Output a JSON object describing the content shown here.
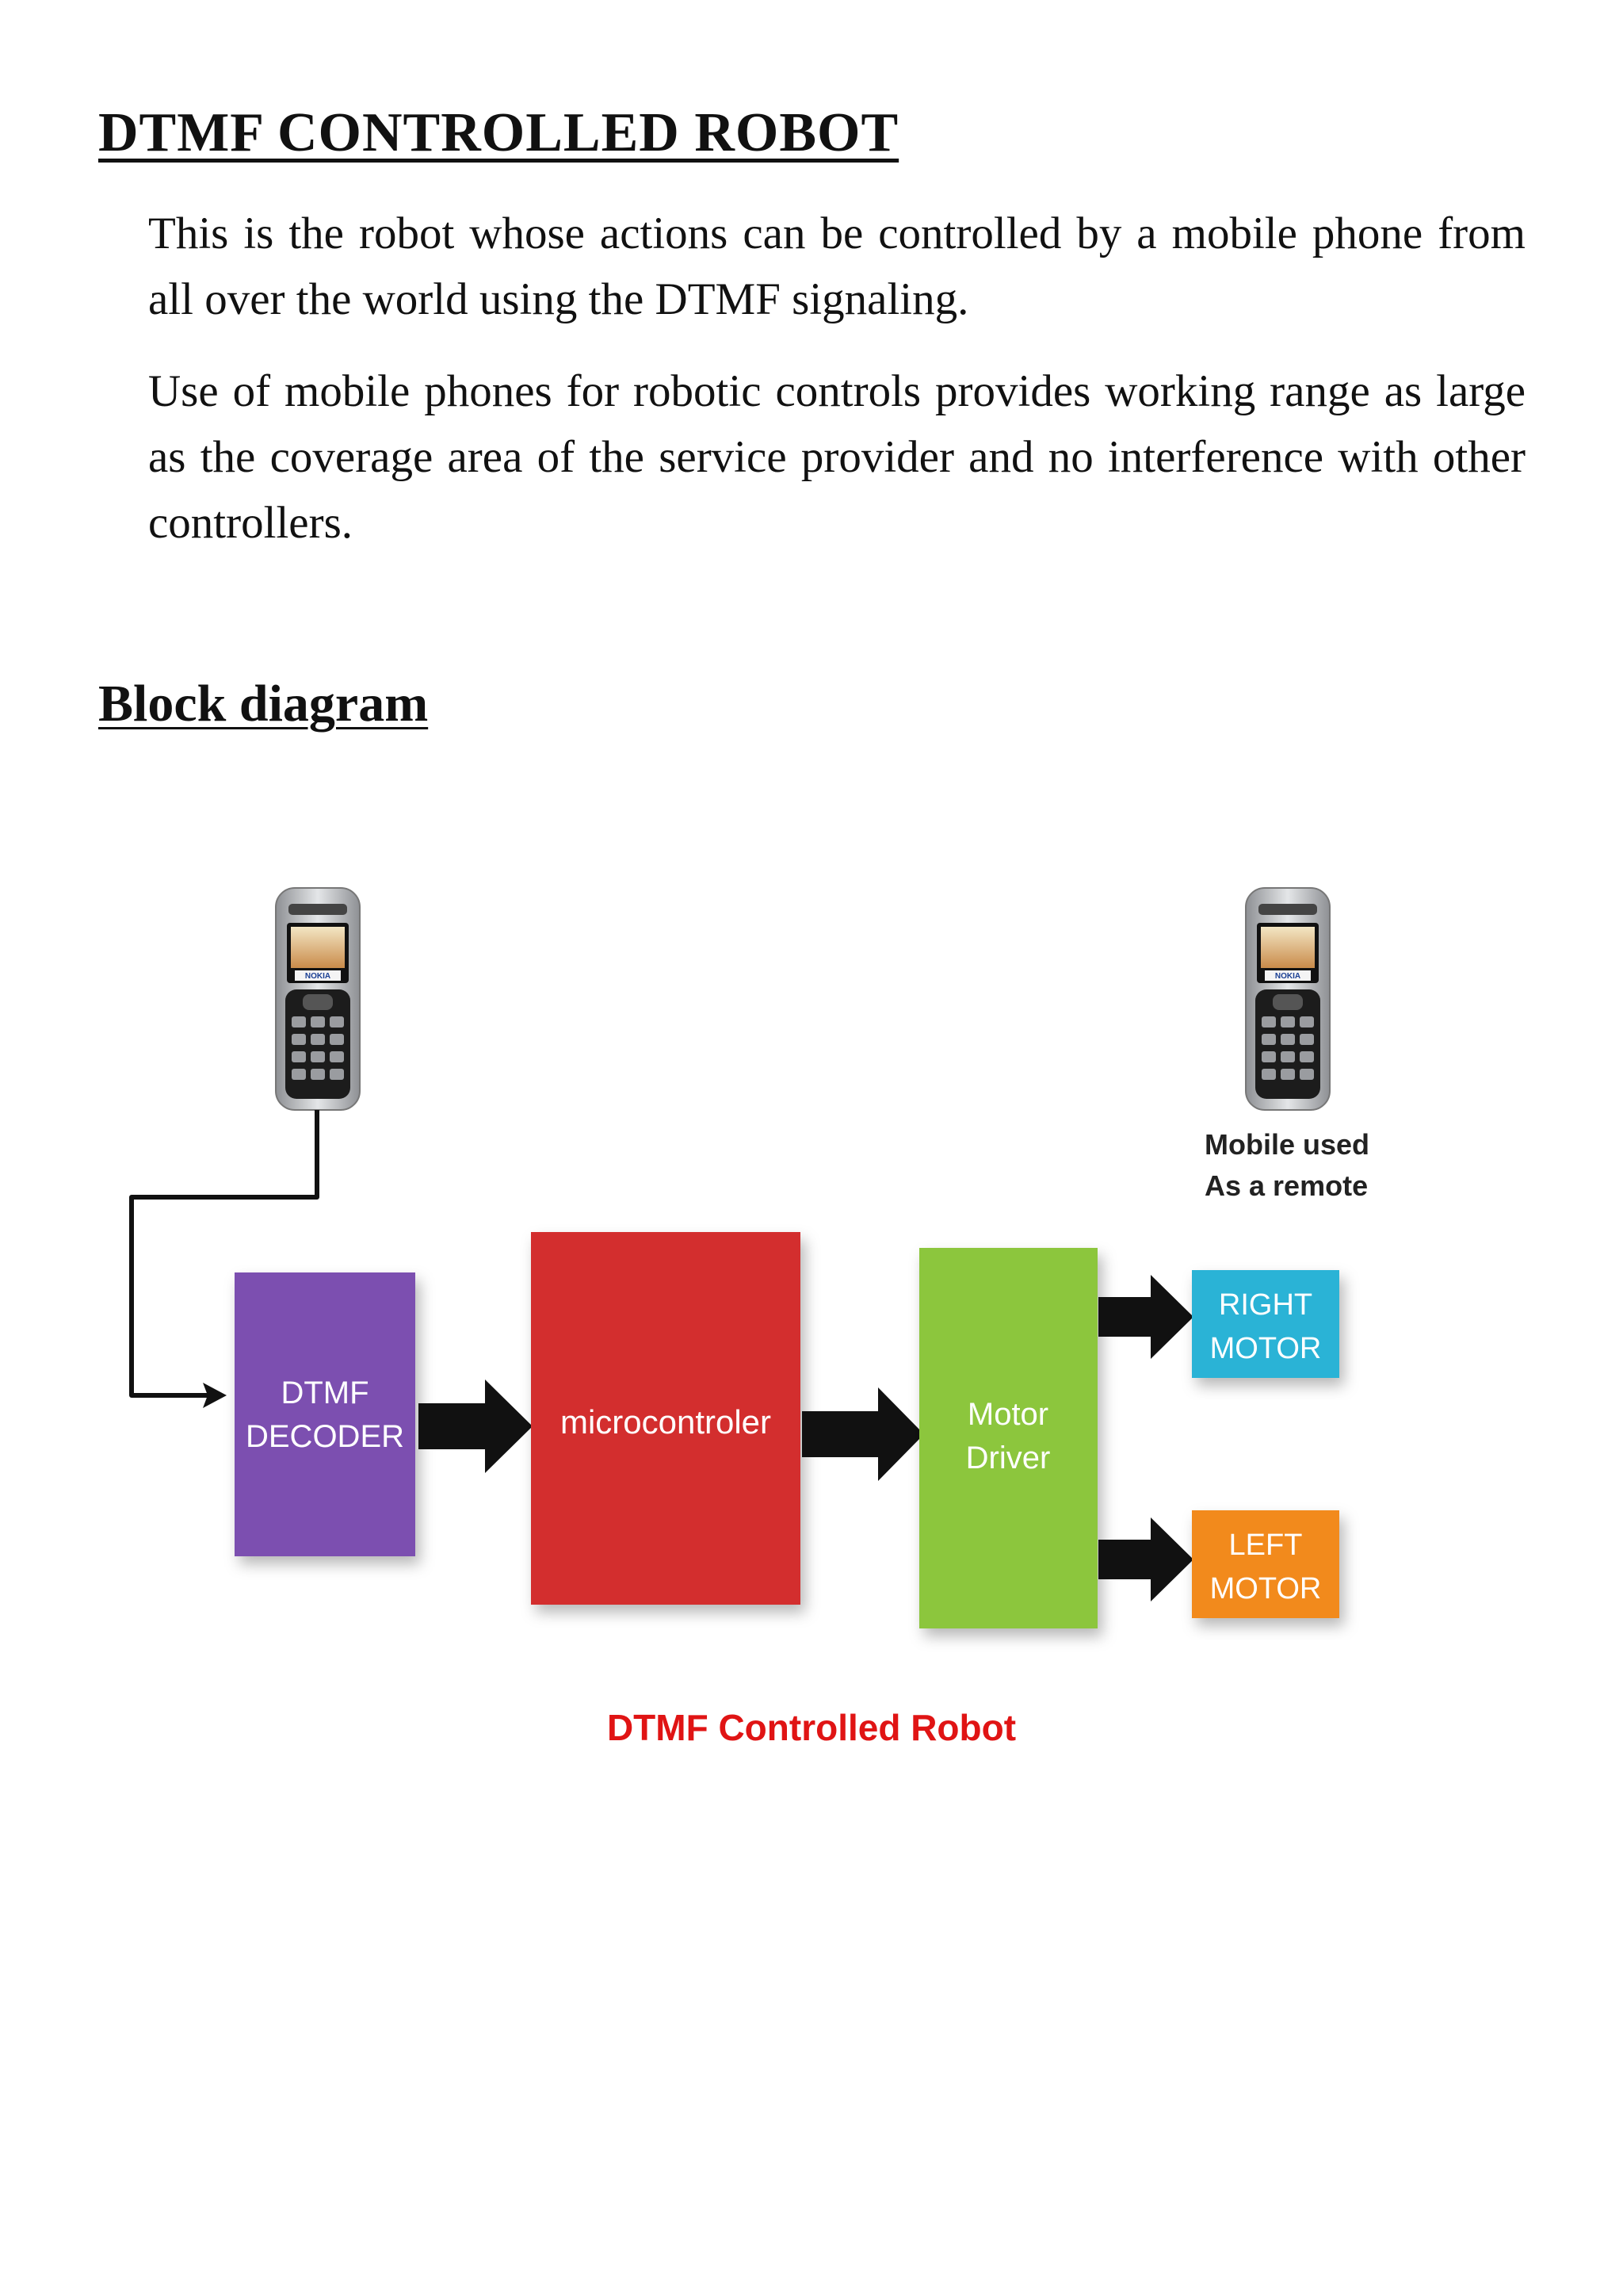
{
  "document": {
    "title": "DTMF CONTROLLED ROBOT",
    "paragraphs": [
      "This is the robot whose actions can be controlled by a mobile phone from all over the world using the DTMF signaling.",
      "Use of mobile phones for robotic controls provides working range as large as the coverage area of the service provider and no interference with other controllers."
    ],
    "section_heading": "Block diagram"
  },
  "diagram": {
    "phone_brand": "NOKIA",
    "remote_caption_line1": "Mobile used",
    "remote_caption_line2": "As  a remote",
    "blocks": {
      "decoder_line1": "DTMF",
      "decoder_line2": "DECODER",
      "microcontroller": "microcontroler",
      "driver_line1": "Motor",
      "driver_line2": "Driver",
      "right_motor_line1": "RIGHT",
      "right_motor_line2": "MOTOR",
      "left_motor_line1": "LEFT",
      "left_motor_line2": "MOTOR"
    },
    "caption": "DTMF  Controlled  Robot",
    "colors": {
      "decoder": "#7b4fb0",
      "microcontroller": "#d32f2f",
      "driver": "#8cc63e",
      "right_motor": "#2ab3d6",
      "left_motor": "#f28a1c",
      "caption": "#e01414"
    }
  }
}
